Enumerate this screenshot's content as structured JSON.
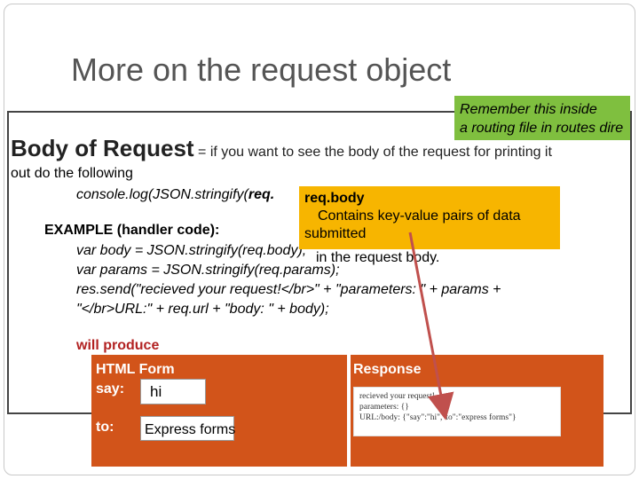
{
  "slide": {
    "title": "More on the request object",
    "heading": {
      "big": "Body of Request",
      "rest": " = if you want to see the body of the request for printing it"
    },
    "line2": "out do the following",
    "console_line": {
      "prefix": "console.log(JSON.stringify(",
      "bold": "req."
    },
    "example_label": "EXAMPLE (handler code):",
    "code": [
      "var body = JSON.stringify(req.body);",
      "var params = JSON.stringify(req.params);",
      "res.send(\"recieved your request!</br>\" + \"parameters: \" + params +",
      "\"</br>URL:\" + req.url + \"body: \" + body);"
    ],
    "overflow_text": "in the request body.",
    "will_produce": "will produce"
  },
  "callouts": {
    "remember": [
      "Remember this inside",
      "a routing file in routes dire"
    ],
    "req_body": {
      "title": "req.body",
      "lines": [
        "Contains key-value pairs of data",
        "submitted"
      ]
    }
  },
  "html_form": {
    "title": "HTML Form",
    "say_label": "say:",
    "say_value": "hi",
    "to_label": "to:",
    "to_value": "Express forms"
  },
  "response": {
    "title": "Response",
    "lines": [
      "recieved your request!",
      "parameters: {}",
      "URL:/body: {\"say\":\"hi\",\"to\":\"express forms\"}"
    ]
  },
  "colors": {
    "title": "#555555",
    "remember_bg": "#7fbf3f",
    "req_body_bg": "#f7b500",
    "panel_bg": "#d2541a",
    "will_produce": "#b22222"
  }
}
